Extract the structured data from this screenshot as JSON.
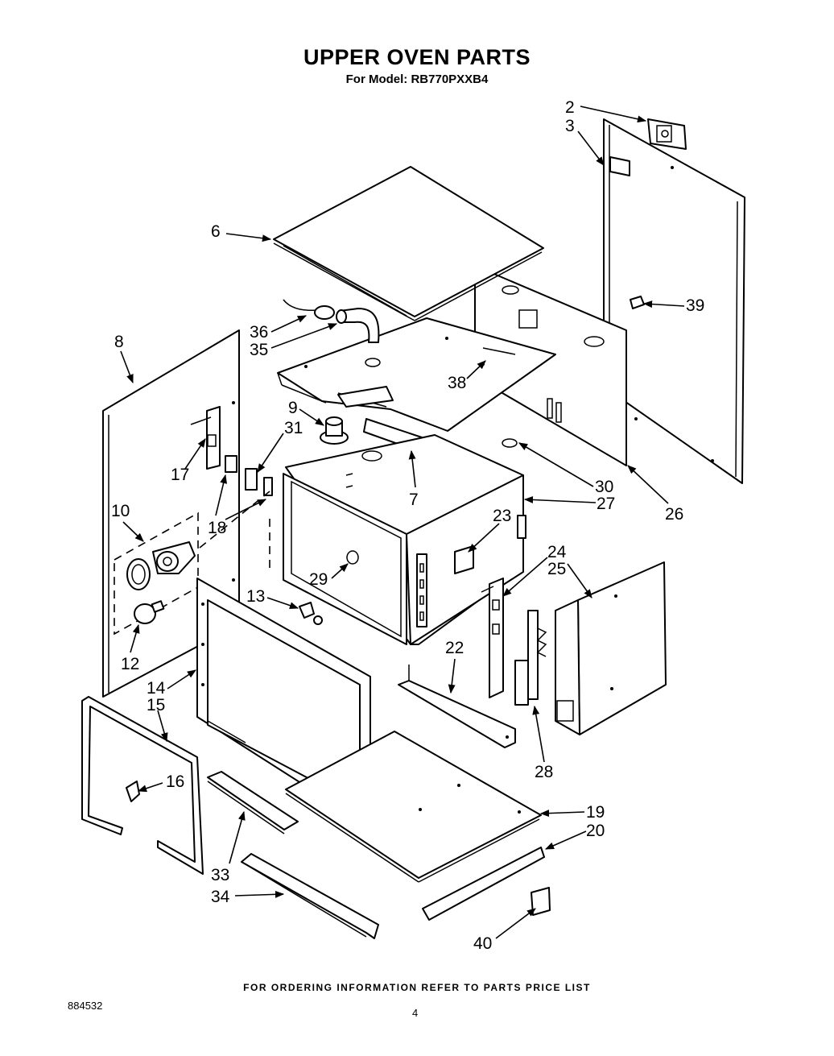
{
  "title": "UPPER OVEN PARTS",
  "subtitle": "For Model: RB770PXXB4",
  "footer_note": "FOR ORDERING INFORMATION REFER TO PARTS PRICE LIST",
  "doc_number": "884532",
  "page_number": "4",
  "callouts": {
    "c2": "2",
    "c3": "3",
    "c6": "6",
    "c39": "39",
    "c36": "36",
    "c35": "35",
    "c8": "8",
    "c38": "38",
    "c9": "9",
    "c31": "31",
    "c17": "17",
    "c7": "7",
    "c30": "30",
    "c27": "27",
    "c26": "26",
    "c18": "18",
    "c10": "10",
    "c23": "23",
    "c24": "24",
    "c25": "25",
    "c29": "29",
    "c13": "13",
    "c12": "12",
    "c22": "22",
    "c14": "14",
    "c15": "15",
    "c28": "28",
    "c16": "16",
    "c19": "19",
    "c20": "20",
    "c33": "33",
    "c34": "34",
    "c40": "40"
  }
}
